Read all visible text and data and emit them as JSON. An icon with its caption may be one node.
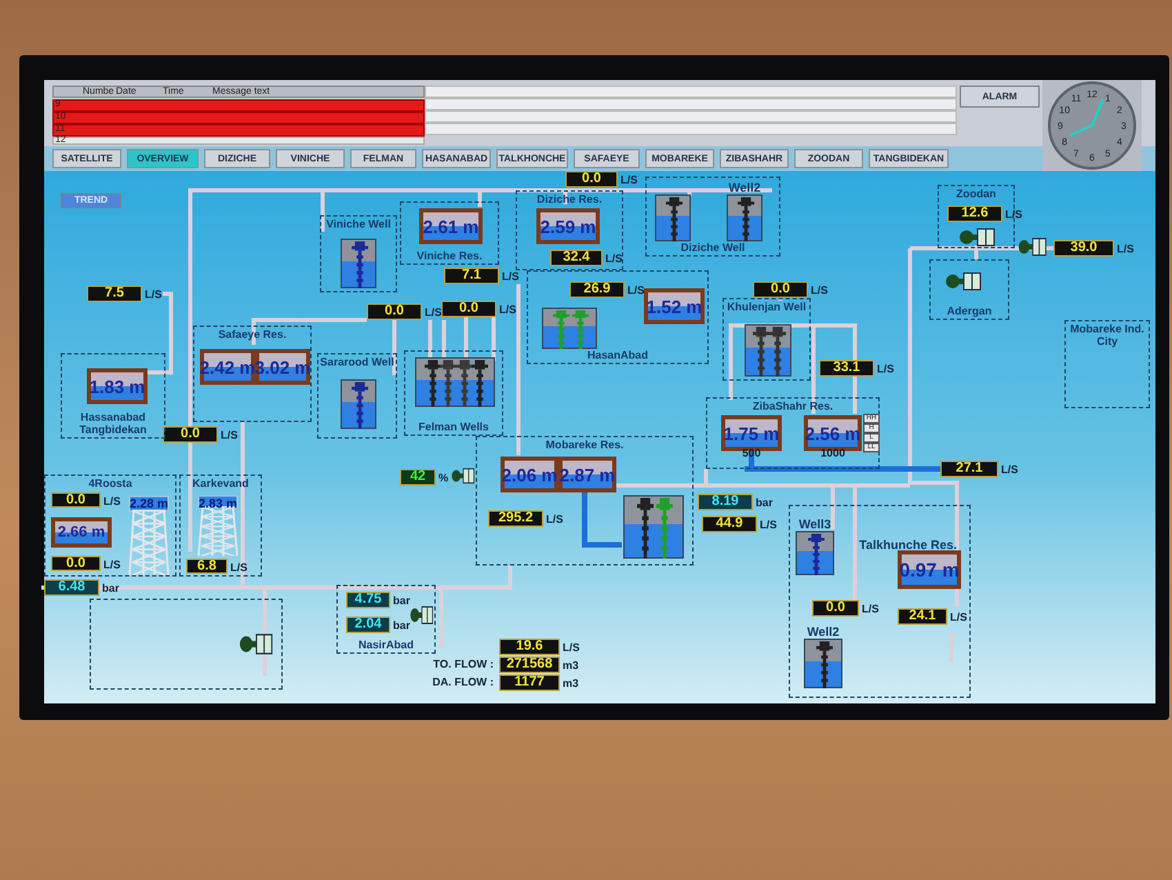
{
  "diagram": {
    "nodes": [
      {
        "text": [
          "Viniche Well"
        ]
      },
      {
        "text": [],
        "shape": "picture",
        "in": 0
      },
      {
        "text": [
          "Viniche Res."
        ]
      },
      {
        "text": [
          "2.61 m"
        ],
        "in": 2
      },
      {
        "text": [
          "Diziche Res."
        ]
      },
      {
        "text": [
          "2.59 m"
        ],
        "in": 4
      },
      {
        "text": [
          "32.4"
        ],
        "beside": [
          "L/S"
        ],
        "in": 4
      },
      {
        "text": [
          "Diziche Well"
        ]
      },
      {
        "text": [],
        "shape": "picture",
        "in": 7
      },
      {
        "text": [
          "Well2"
        ],
        "in": 7
      },
      {
        "text": [
          "0.0"
        ],
        "beside": [
          "L/S"
        ]
      },
      {
        "text": [
          "7.1"
        ],
        "beside": [
          "L/S"
        ]
      },
      {
        "text": [
          "Zoodan"
        ]
      },
      {
        "text": [
          "12.6"
        ],
        "beside": [
          "L/S"
        ],
        "in": 12
      },
      {
        "text": [],
        "shape": "picture",
        "in": 12
      },
      {
        "text": [],
        "shape": "picture"
      },
      {
        "text": [
          "39.0"
        ],
        "beside": [
          "L/S"
        ]
      },
      {
        "text": [
          "Adergan"
        ]
      },
      {
        "text": [],
        "shape": "picture",
        "in": 17
      },
      {
        "text": [
          "7.5"
        ],
        "beside": [
          "L/S"
        ]
      },
      {
        "text": [
          "Safaeye Res."
        ]
      },
      {
        "text": [
          "2.42 m"
        ],
        "in": 20
      },
      {
        "text": [
          "3.02 m"
        ],
        "in": 20
      },
      {
        "text": [
          "0.0"
        ],
        "beside": [
          "L/S"
        ]
      },
      {
        "text": [
          "0.0"
        ],
        "beside": [
          "L/S"
        ]
      },
      {
        "text": [
          "0.0"
        ],
        "beside": [
          "L/S"
        ]
      },
      {
        "text": [
          "HasanAbad"
        ]
      },
      {
        "text": [
          "26.9"
        ],
        "beside": [
          "L/S"
        ],
        "in": 26
      },
      {
        "text": [],
        "shape": "picture",
        "in": 26
      },
      {
        "text": [
          "1.52 m"
        ],
        "in": 26
      },
      {
        "text": [
          "0.0"
        ],
        "beside": [
          "L/S"
        ]
      },
      {
        "text": [
          "Khulenjan Well"
        ]
      },
      {
        "text": [],
        "shape": "picture",
        "in": 31
      },
      {
        "text": [
          "Mobareke Ind. City"
        ]
      },
      {
        "text": [
          "Hassanabad Tangbidekan"
        ]
      },
      {
        "text": [
          "1.83 m"
        ],
        "in": 34
      },
      {
        "text": [
          "Sararood Well"
        ]
      },
      {
        "text": [],
        "shape": "picture",
        "in": 36
      },
      {
        "text": [
          "Felman Wells"
        ]
      },
      {
        "text": [],
        "shape": "picture",
        "in": 38
      },
      {
        "text": [
          "33.1"
        ],
        "beside": [
          "L/S"
        ]
      },
      {
        "text": [
          "ZibaShahr Res."
        ]
      },
      {
        "text": [
          "1.75 m"
        ],
        "beside": [
          "500"
        ],
        "in": 41
      },
      {
        "text": [
          "2.56 m"
        ],
        "beside": [
          "1000"
        ],
        "in": 41
      },
      {
        "text": [
          "27.1"
        ],
        "beside": [
          "L/S"
        ]
      },
      {
        "text": [
          "4Roosta"
        ]
      },
      {
        "text": [
          "0.0"
        ],
        "beside": [
          "L/S"
        ],
        "in": 45
      },
      {
        "text": [
          "2.28 m"
        ],
        "in": 45
      },
      {
        "text": [
          "2.66 m"
        ],
        "in": 45
      },
      {
        "text": [
          "0.0"
        ],
        "beside": [
          "L/S"
        ],
        "in": 45
      },
      {
        "text": [
          "Karkevand"
        ]
      },
      {
        "text": [
          "2.83 m"
        ],
        "in": 50
      },
      {
        "text": [
          "6.8"
        ],
        "beside": [
          "L/S"
        ],
        "in": 50
      },
      {
        "text": [
          "42"
        ],
        "beside": [
          "%"
        ]
      },
      {
        "text": [],
        "shape": "picture"
      },
      {
        "text": [
          "Mobareke Res."
        ]
      },
      {
        "text": [
          "2.06 m"
        ],
        "in": 55
      },
      {
        "text": [
          "2.87 m"
        ],
        "in": 55
      },
      {
        "text": [
          "295.2"
        ],
        "beside": [
          "L/S"
        ],
        "in": 55
      },
      {
        "text": [],
        "shape": "picture",
        "in": 55
      },
      {
        "text": [
          "8.19"
        ],
        "beside": [
          "bar"
        ]
      },
      {
        "text": [
          "44.9"
        ],
        "beside": [
          "L/S"
        ]
      },
      {
        "text": [
          "6.48"
        ],
        "beside": [
          "bar"
        ]
      },
      {
        "text": [],
        "shape": "box"
      },
      {
        "text": [],
        "shape": "picture",
        "in": 63
      },
      {
        "text": [
          "NasirAbad"
        ]
      },
      {
        "text": [
          "4.75"
        ],
        "beside": [
          "bar"
        ],
        "in": 65
      },
      {
        "text": [],
        "shape": "picture",
        "in": 65
      },
      {
        "text": [
          "2.04"
        ],
        "beside": [
          "bar"
        ],
        "in": 65
      },
      {
        "text": [],
        "shape": "box"
      },
      {
        "text": [
          "Well3"
        ],
        "in": 69
      },
      {
        "text": [
          "0.0"
        ],
        "beside": [
          "L/S"
        ],
        "in": 69
      },
      {
        "text": [
          "Talkhunche Res.",
          "0.97 m"
        ],
        "in": 69
      },
      {
        "text": [
          "Well2"
        ],
        "in": 69
      },
      {
        "text": [
          "24.1"
        ],
        "beside": [
          "L/S"
        ],
        "in": 69
      },
      {
        "text": [
          "19.6"
        ],
        "beside": [
          "L/S"
        ]
      },
      {
        "text": [
          "271568"
        ],
        "beside": [
          "m3"
        ]
      },
      {
        "text": [
          "1177"
        ],
        "beside": [
          "m3"
        ]
      }
    ],
    "labels": [
      "Numbe",
      "Date",
      "Time",
      "Message text",
      "9",
      "10",
      "11",
      "12",
      "SATELLITE",
      "OVERVIEW",
      "DIZICHE",
      "VINICHE",
      "FELMAN",
      "HASANABAD",
      "TALKHONCHE",
      "SAFAEYE",
      "MOBAREKE",
      "ZIBASHAHR",
      "ZOODAN",
      "TANGBIDEKAN",
      "ALARM",
      "TREND",
      "HH",
      "H",
      "L",
      "LL",
      "TO. FLOW :",
      "DA. FLOW :",
      "12",
      "1",
      "2",
      "3",
      "4",
      "5",
      "6",
      "7",
      "8",
      "9",
      "10",
      "11"
    ]
  }
}
